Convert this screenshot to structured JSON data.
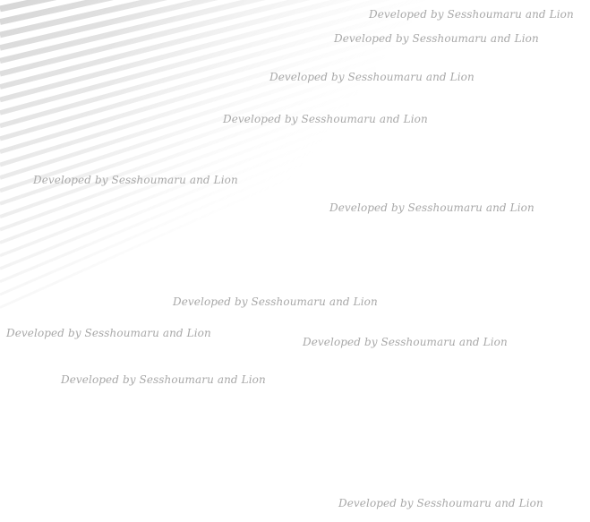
{
  "watermark_text": "Developed by Sesshoumaru and Lion",
  "watermarks": [
    {
      "text": "Developed by Sesshoumaru and Lion"
    },
    {
      "text": "Developed by Sesshoumaru and Lion"
    },
    {
      "text": "Developed by Sesshoumaru and Lion"
    },
    {
      "text": "Developed by Sesshoumaru and Lion"
    },
    {
      "text": "Developed by Sesshoumaru and Lion"
    },
    {
      "text": "Developed by Sesshoumaru and Lion"
    },
    {
      "text": "Developed by Sesshoumaru and Lion"
    },
    {
      "text": "Developed by Sesshoumaru and Lion"
    },
    {
      "text": "Developed by Sesshoumaru and Lion"
    },
    {
      "text": "Developed by Sesshoumaru and Lion"
    },
    {
      "text": "Developed by Sesshoumaru and Lion"
    }
  ],
  "colors": {
    "background": "#ffffff",
    "stripe": "#cfcfcf",
    "watermark": "#a8a8a8"
  }
}
